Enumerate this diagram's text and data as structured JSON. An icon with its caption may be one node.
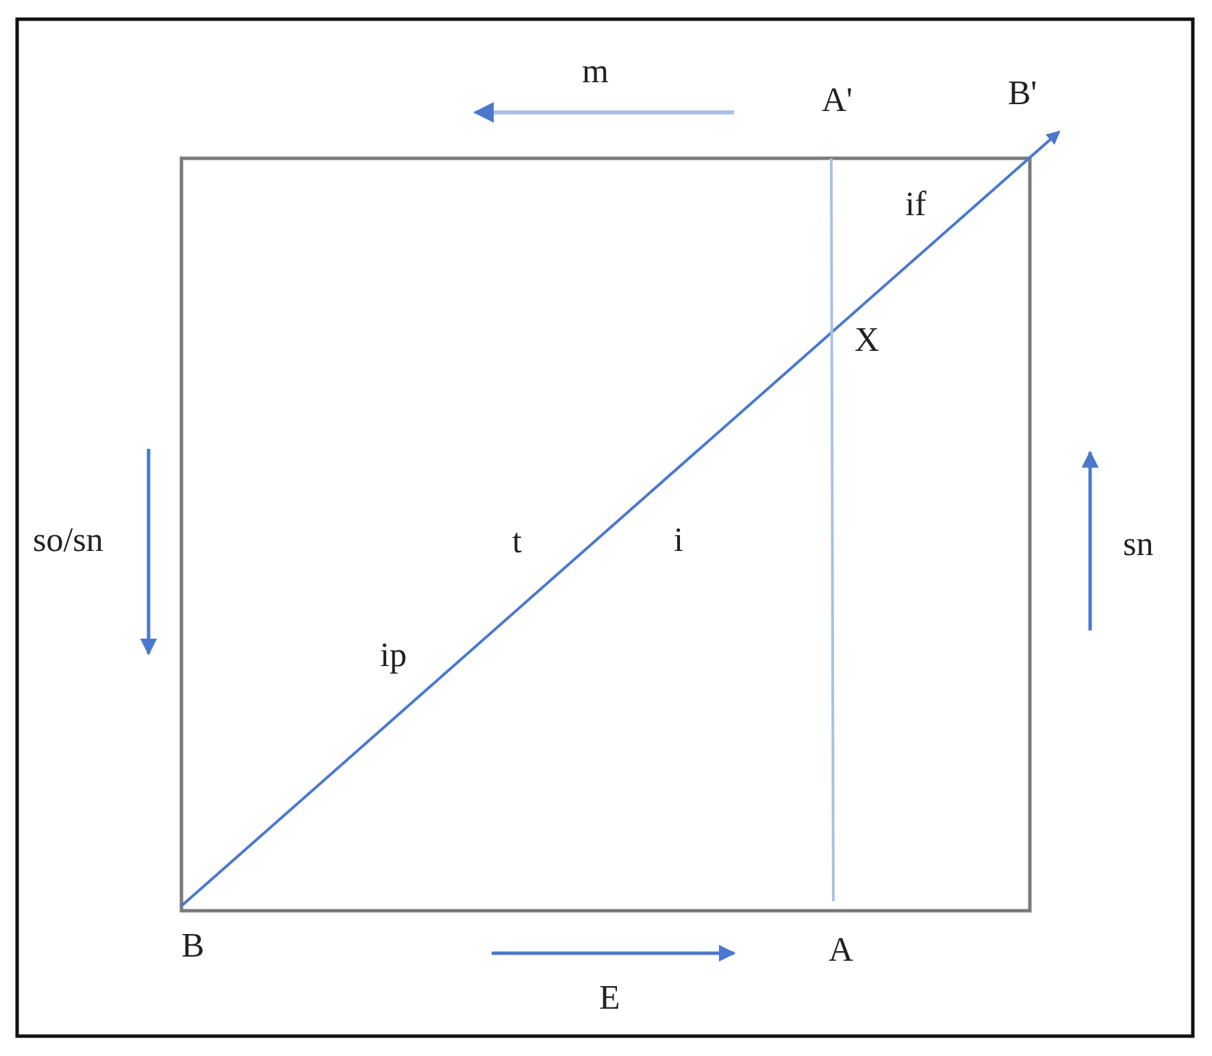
{
  "diagram": {
    "nodes": [
      {
        "text": [
          "A'"
        ]
      },
      {
        "text": [
          "B'"
        ]
      },
      {
        "text": [
          "B"
        ]
      },
      {
        "text": [
          "A"
        ]
      }
    ],
    "edges": [
      {
        "from": 2,
        "to": 1,
        "arrow": "to"
      },
      {
        "from": 3,
        "to": 0,
        "arrow": "none",
        "color": "#a9c0e8"
      }
    ],
    "labels": [
      "m",
      "if",
      "X",
      "so/sn",
      "t",
      "i",
      "sn",
      "ip",
      "E"
    ]
  }
}
